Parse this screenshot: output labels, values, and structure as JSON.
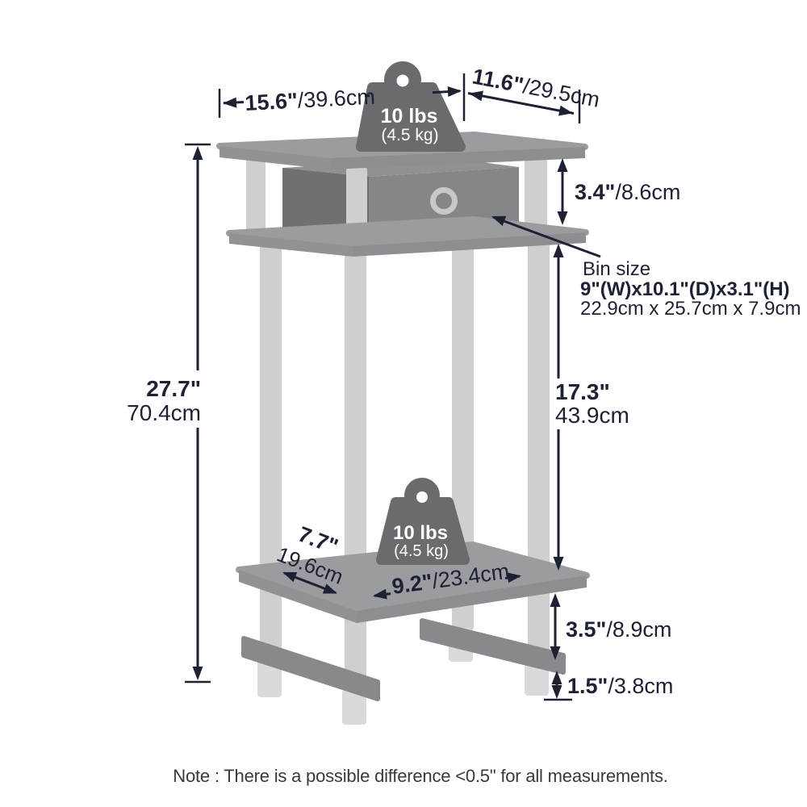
{
  "note": "Note : There is a possible difference <0.5\" for all measurements.",
  "weight_badge": {
    "lbs": "10 lbs",
    "kg": "(4.5 kg)"
  },
  "bin_callout": {
    "title": "Bin size",
    "imperial": "9\"(W)x10.1\"(D)x3.1\"(H)",
    "metric": "22.9cm x 25.7cm x 7.9cm"
  },
  "dims": {
    "top_width": {
      "in": "15.6\"",
      "cm": "/39.6cm"
    },
    "top_depth": {
      "in": "11.6\"",
      "cm": "/29.5cm"
    },
    "total_height": {
      "in": "27.7\"",
      "cm": "70.4cm"
    },
    "under_top": {
      "in": "3.4\"",
      "cm": "/8.6cm"
    },
    "mid_section": {
      "in": "17.3\"",
      "cm": "43.9cm"
    },
    "shelf_depth": {
      "in": "7.7\"",
      "cm": "19.6cm"
    },
    "shelf_width": {
      "in": "9.2\"",
      "cm": "/23.4cm"
    },
    "leg_section": {
      "in": "3.5\"",
      "cm": "/8.9cm"
    },
    "foot_height": {
      "in": "1.5\"",
      "cm": "/3.8cm"
    }
  },
  "colors": {
    "dimension_ink": "#1d2133",
    "surface": "#9a9c9f",
    "surface_edge": "#8c8e91",
    "post": "#cdcfd1",
    "foot": "#d9dadb",
    "stretcher": "#87898c",
    "bin_side": "#6e7073",
    "bin_front": "#84868a",
    "handle_ring": "#c7c8ca",
    "weight": "#696b6e",
    "note_text": "#3a3a3a",
    "background": "#ffffff"
  }
}
